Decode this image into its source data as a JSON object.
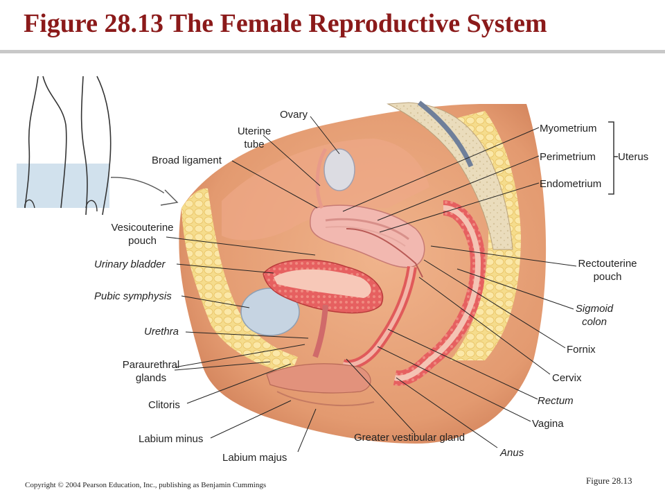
{
  "title": "Figure 28.13  The Female Reproductive System",
  "labels": {
    "ovary": "Ovary",
    "uterine_tube_1": "Uterine",
    "uterine_tube_2": "tube",
    "broad_ligament": "Broad ligament",
    "vesicouterine_1": "Vesicouterine",
    "vesicouterine_2": "pouch",
    "urinary_bladder": "Urinary bladder",
    "pubic_symphysis": "Pubic symphysis",
    "urethra": "Urethra",
    "paraurethral_1": "Paraurethral",
    "paraurethral_2": "glands",
    "clitoris": "Clitoris",
    "labium_minus": "Labium minus",
    "labium_majus": "Labium majus",
    "greater_vestibular": "Greater vestibular gland",
    "anus": "Anus",
    "vagina": "Vagina",
    "rectum": "Rectum",
    "cervix": "Cervix",
    "fornix": "Fornix",
    "sigmoid_1": "Sigmoid",
    "sigmoid_2": "colon",
    "rectouterine_1": "Rectouterine",
    "rectouterine_2": "pouch",
    "myometrium": "Myometrium",
    "perimetrium": "Perimetrium",
    "endometrium": "Endometrium",
    "uterus": "Uterus"
  },
  "footer": {
    "copyright": "Copyright © 2004 Pearson Education, Inc., publishing as Benjamin Cummings",
    "figure_ref": "Figure 28.13"
  },
  "colors": {
    "title": "#8b1a1a",
    "skin": "#e8a27a",
    "fat": "#f4d888",
    "uterus": "#f2b8b0",
    "bladder_wall": "#e05a5a",
    "bone": "#e8dcc0",
    "rule": "#c8c8c8"
  }
}
